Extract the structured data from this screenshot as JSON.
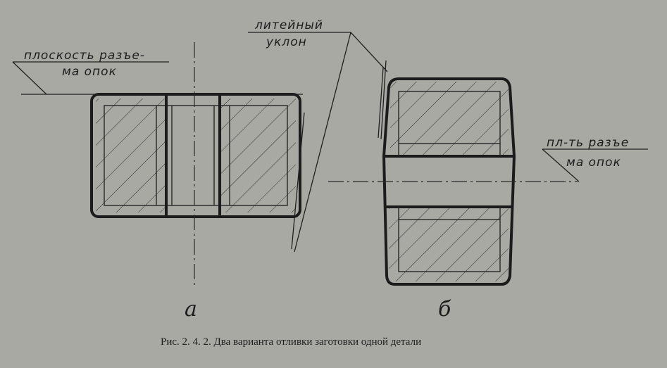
{
  "labels": {
    "parting_plane_a_line1": "плоскость разъе-",
    "parting_plane_a_line2": "ма опок",
    "draft_line1": "литейный",
    "draft_line2": "уклон",
    "parting_plane_b_line1": "пл-ть разъе",
    "parting_plane_b_line2": "ма опок",
    "variant_a": "а",
    "variant_b": "б"
  },
  "caption": "Рис. 2. 4. 2. Два варианта отливки заготовки одной детали",
  "colors": {
    "paper": "#a9a9a4",
    "ink": "#1c1c1c"
  }
}
